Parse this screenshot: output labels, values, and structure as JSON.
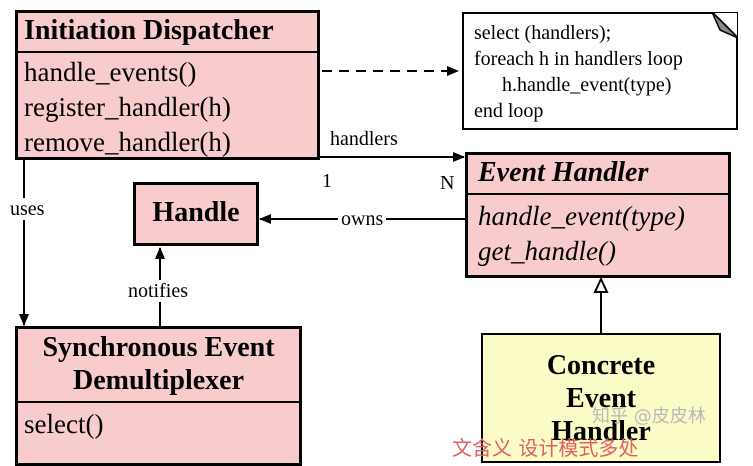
{
  "initiation_dispatcher": {
    "title": "Initiation Dispatcher",
    "methods": [
      "handle_events()",
      "register_handler(h)",
      "remove_handler(h)"
    ]
  },
  "note": {
    "lines": [
      "select (handlers);",
      "foreach h in handlers loop",
      "h.handle_event(type)",
      "end loop"
    ]
  },
  "event_handler": {
    "title": "Event Handler",
    "methods": [
      "handle_event(type)",
      "get_handle()"
    ]
  },
  "handle": {
    "title": "Handle"
  },
  "demux": {
    "title_line1": "Synchronous Event",
    "title_line2": "Demultiplexer",
    "methods": [
      "select()"
    ]
  },
  "concrete": {
    "line1": "Concrete",
    "line2": "Event",
    "line3": "Handler"
  },
  "labels": {
    "handlers": "handlers",
    "one": "1",
    "n": "N",
    "uses": "uses",
    "owns": "owns",
    "notifies": "notifies"
  },
  "watermark": "知乎 @皮皮林",
  "red_text": "文含义 设计模式多处"
}
